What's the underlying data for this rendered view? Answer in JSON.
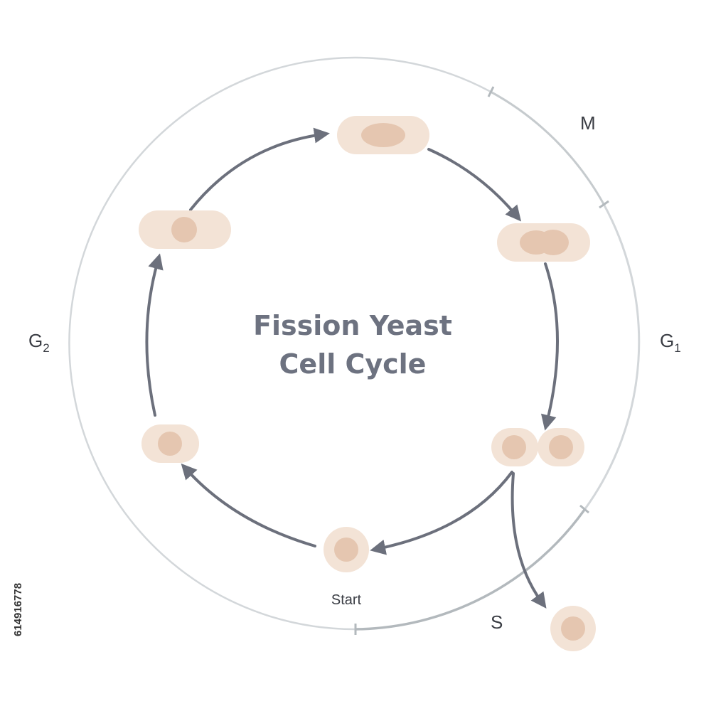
{
  "title": {
    "line1": "Fission Yeast",
    "line2": "Cell Cycle"
  },
  "phases": {
    "m": {
      "letter": "M",
      "sub": ""
    },
    "g1": {
      "letter": "G",
      "sub": "1"
    },
    "s": {
      "letter": "S",
      "sub": ""
    },
    "g2": {
      "letter": "G",
      "sub": "2"
    }
  },
  "start_label": "Start",
  "side_id": "614916778",
  "colors": {
    "ring_light": "#d3d7da",
    "ring_dark": "#b3b9bd",
    "arrow": "#6c707c",
    "cell_wall": "#f3e3d6",
    "nucleus": "#e5c6b0",
    "title": "#6d7280",
    "label": "#3a3d44"
  }
}
